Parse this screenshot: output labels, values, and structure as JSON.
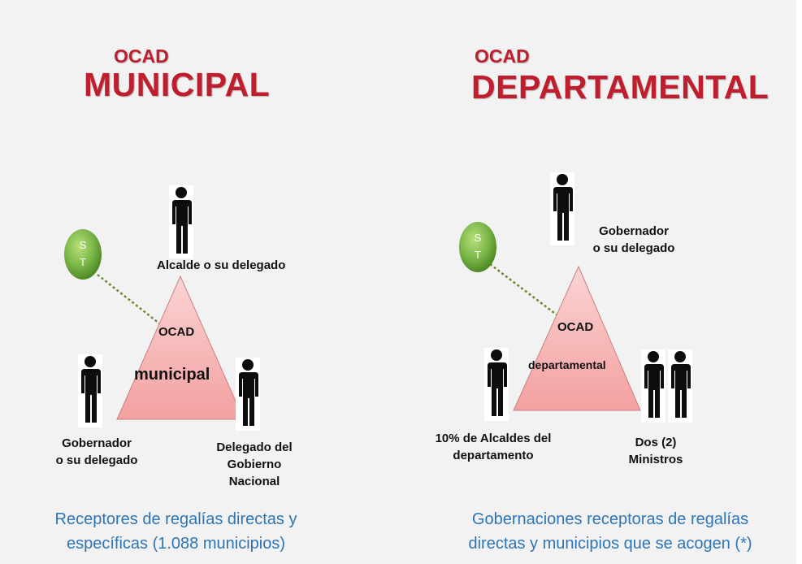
{
  "left": {
    "title_small": "OCAD",
    "title_big": "MUNICIPAL",
    "st_letters": [
      "S",
      "T"
    ],
    "triangle_top": "OCAD",
    "triangle_bottom": "municipal",
    "top_label": "Alcalde o su delegado",
    "left_label": [
      "Gobernador",
      "o su delegado"
    ],
    "right_label": [
      "Delegado del",
      "Gobierno",
      "Nacional"
    ],
    "caption": [
      "Receptores de regalías directas y",
      "específicas (1.088 municipios)"
    ]
  },
  "right": {
    "title_small": "OCAD",
    "title_big": "DEPARTAMENTAL",
    "st_letters": [
      "S",
      "T"
    ],
    "triangle_top": "OCAD",
    "triangle_bottom": "departamental",
    "top_label": [
      "Gobernador",
      "o su delegado"
    ],
    "left_label": [
      "10% de Alcaldes del",
      "departamento"
    ],
    "right_label": [
      "Dos (2)",
      "Ministros"
    ],
    "caption": [
      "Gobernaciones receptoras de regalías",
      "directas y  municipios que se acogen (*)"
    ]
  },
  "colors": {
    "title": "#be1e2d",
    "caption": "#2e75b6",
    "triangle_fill": "#f4a7a7",
    "st_circle": "#7ab648",
    "dotted_line": "#6a8a2c",
    "person": "#0d0d0d"
  }
}
